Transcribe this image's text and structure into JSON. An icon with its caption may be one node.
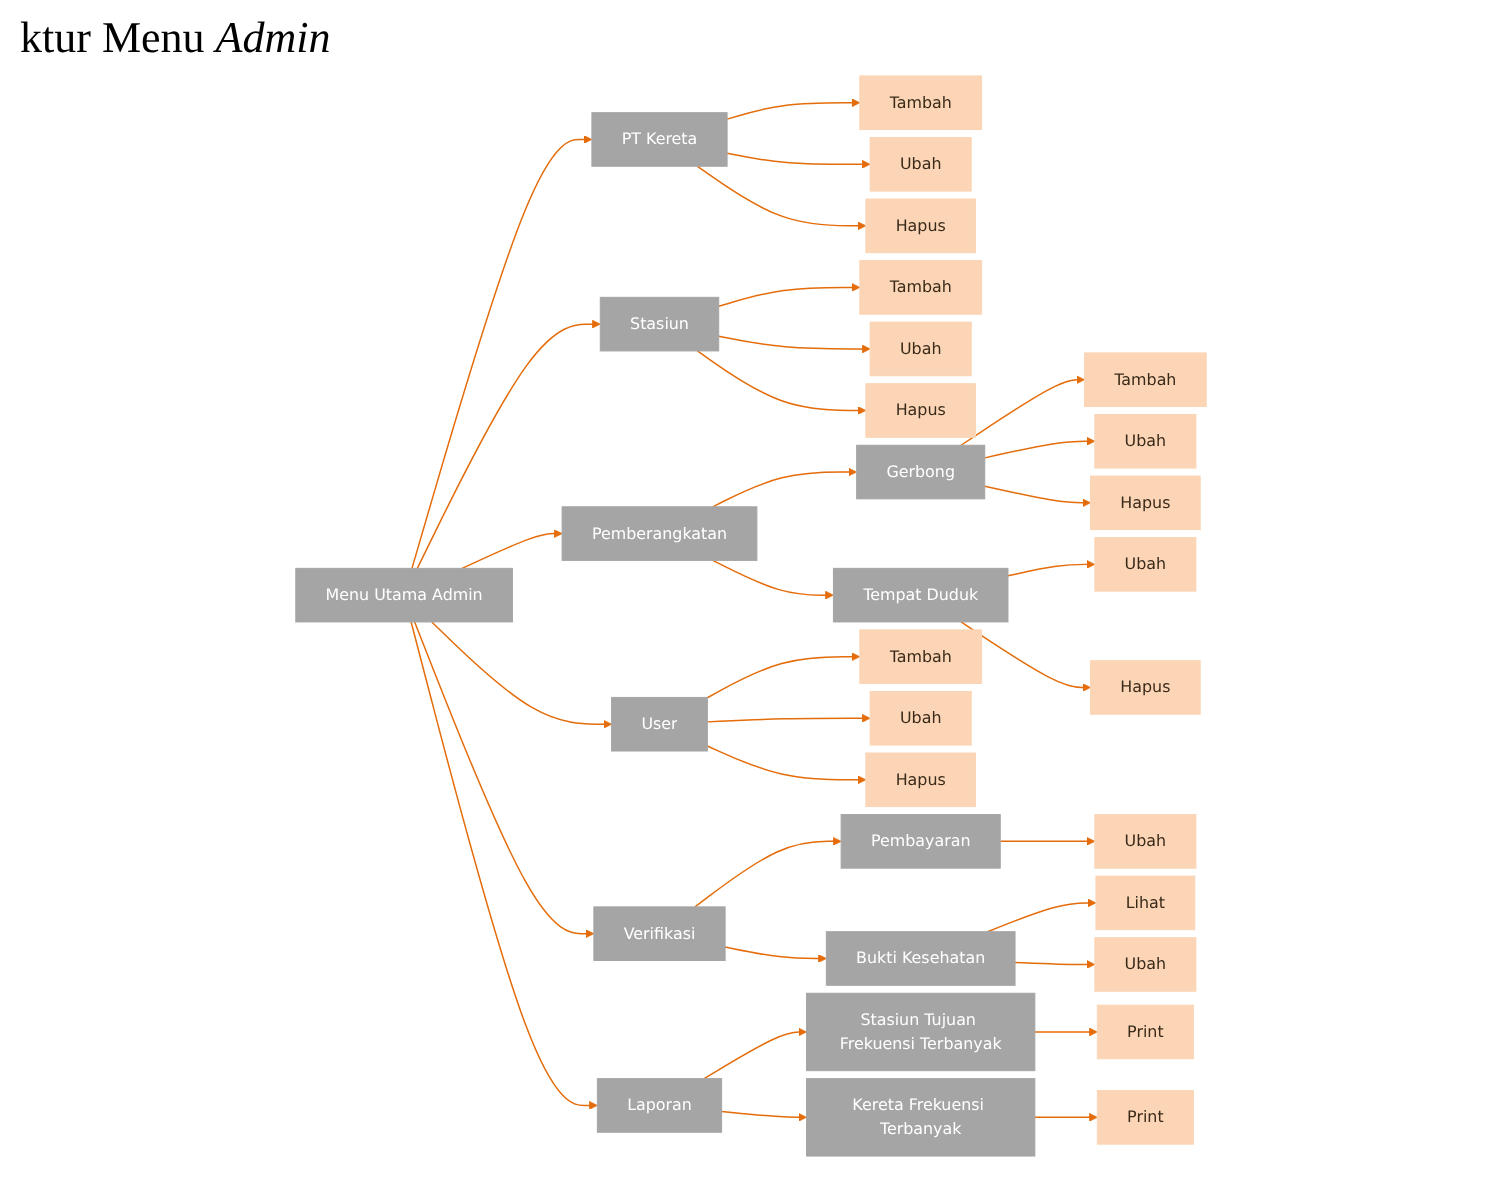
{
  "diagram": {
    "title": "ktur Menu *Admin*",
    "nodes": [
      {
        "text": [
          "Menu Utama Admin"
        ]
      },
      {
        "text": [
          "PT Kereta"
        ]
      },
      {
        "text": [
          "Tambah"
        ]
      },
      {
        "text": [
          "Ubah"
        ]
      },
      {
        "text": [
          "Hapus"
        ]
      },
      {
        "text": [
          "Stasiun"
        ]
      },
      {
        "text": [
          "Tambah"
        ]
      },
      {
        "text": [
          "Ubah"
        ]
      },
      {
        "text": [
          "Hapus"
        ]
      },
      {
        "text": [
          "Pemberangkatan"
        ]
      },
      {
        "text": [
          "Gerbong"
        ]
      },
      {
        "text": [
          "Tambah"
        ]
      },
      {
        "text": [
          "Ubah"
        ]
      },
      {
        "text": [
          "Hapus"
        ]
      },
      {
        "text": [
          "Tempat Duduk"
        ]
      },
      {
        "text": [
          "Ubah"
        ]
      },
      {
        "text": [
          "Hapus"
        ]
      },
      {
        "text": [
          "User"
        ]
      },
      {
        "text": [
          "Tambah"
        ]
      },
      {
        "text": [
          "Ubah"
        ]
      },
      {
        "text": [
          "Hapus"
        ]
      },
      {
        "text": [
          "Verifikasi"
        ]
      },
      {
        "text": [
          "Pembayaran"
        ]
      },
      {
        "text": [
          "Ubah"
        ]
      },
      {
        "text": [
          "Bukti Kesehatan"
        ]
      },
      {
        "text": [
          "Lihat"
        ]
      },
      {
        "text": [
          "Ubah"
        ]
      },
      {
        "text": [
          "Laporan"
        ]
      },
      {
        "text": [
          "Stasiun Tujuan Frekuensi Terbanyak"
        ]
      },
      {
        "text": [
          "Print"
        ]
      },
      {
        "text": [
          "Kereta Frekuensi Terbanyak"
        ]
      },
      {
        "text": [
          "Print"
        ]
      }
    ],
    "edges": [
      {
        "from": 0,
        "to": 1,
        "arrow": "to"
      },
      {
        "from": 0,
        "to": 5,
        "arrow": "to"
      },
      {
        "from": 0,
        "to": 9,
        "arrow": "to"
      },
      {
        "from": 0,
        "to": 17,
        "arrow": "to"
      },
      {
        "from": 0,
        "to": 21,
        "arrow": "to"
      },
      {
        "from": 0,
        "to": 27,
        "arrow": "to"
      },
      {
        "from": 1,
        "to": 2,
        "arrow": "to"
      },
      {
        "from": 1,
        "to": 3,
        "arrow": "to"
      },
      {
        "from": 1,
        "to": 4,
        "arrow": "to"
      },
      {
        "from": 5,
        "to": 6,
        "arrow": "to"
      },
      {
        "from": 5,
        "to": 7,
        "arrow": "to"
      },
      {
        "from": 5,
        "to": 8,
        "arrow": "to"
      },
      {
        "from": 9,
        "to": 10,
        "arrow": "to"
      },
      {
        "from": 9,
        "to": 14,
        "arrow": "to"
      },
      {
        "from": 10,
        "to": 11,
        "arrow": "to"
      },
      {
        "from": 10,
        "to": 12,
        "arrow": "to"
      },
      {
        "from": 10,
        "to": 13,
        "arrow": "to"
      },
      {
        "from": 14,
        "to": 15,
        "arrow": "to"
      },
      {
        "from": 14,
        "to": 16,
        "arrow": "to"
      },
      {
        "from": 17,
        "to": 18,
        "arrow": "to"
      },
      {
        "from": 17,
        "to": 19,
        "arrow": "to"
      },
      {
        "from": 17,
        "to": 20,
        "arrow": "to"
      },
      {
        "from": 21,
        "to": 22,
        "arrow": "to"
      },
      {
        "from": 21,
        "to": 24,
        "arrow": "to"
      },
      {
        "from": 22,
        "to": 23,
        "arrow": "to"
      },
      {
        "from": 24,
        "to": 25,
        "arrow": "to"
      },
      {
        "from": 24,
        "to": 26,
        "arrow": "to"
      },
      {
        "from": 27,
        "to": 28,
        "arrow": "to"
      },
      {
        "from": 27,
        "to": 30,
        "arrow": "to"
      },
      {
        "from": 28,
        "to": 29,
        "arrow": "to"
      },
      {
        "from": 30,
        "to": 31,
        "arrow": "to"
      }
    ]
  }
}
